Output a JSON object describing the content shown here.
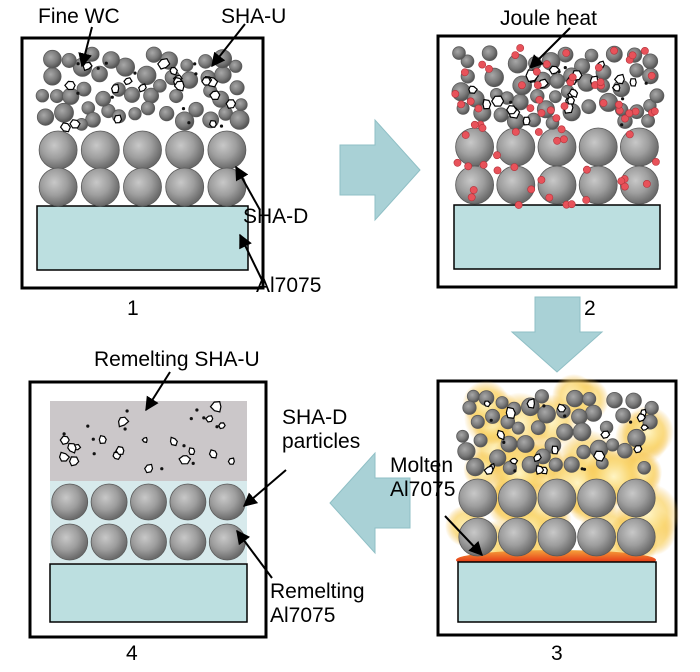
{
  "labels": {
    "fine_wc": "Fine WC",
    "sha_u_top": "SHA-U",
    "joule_heat": "Joule heat",
    "sha_d": "SHA-D",
    "al7075_1": "Al7075",
    "remelting_sha_u": "Remelting  SHA-U",
    "sha_d_particles_line1": "SHA-D",
    "sha_d_particles_line2": "particles",
    "molten_line1": "Molten",
    "molten_line2": "Al7075",
    "remelting_al_line1": "Remelting",
    "remelting_al_line2": "Al7075"
  },
  "steps": [
    "1",
    "2",
    "3",
    "4"
  ],
  "colors": {
    "substrate": "#bcdfe0",
    "arrow_fill": "#a9d1d6",
    "particle": "#8f8f8f",
    "joule_dot": "#e8525a",
    "remelt_layer": "#cbc7c9",
    "glow": "#f7c24a",
    "molten": "#e8431c"
  }
}
